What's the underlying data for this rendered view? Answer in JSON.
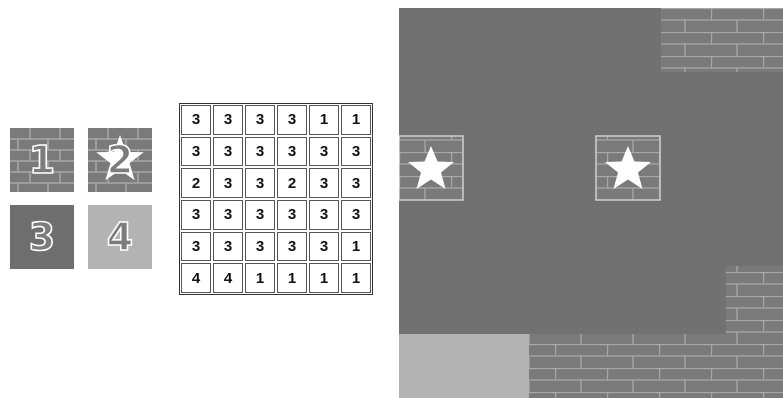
{
  "legend": {
    "tiles": [
      {
        "label": "1",
        "type": "brick"
      },
      {
        "label": "2",
        "type": "star"
      },
      {
        "label": "3",
        "type": "empty-dark"
      },
      {
        "label": "4",
        "type": "empty-light"
      }
    ]
  },
  "map": {
    "rows": [
      [
        "3",
        "3",
        "3",
        "3",
        "1",
        "1"
      ],
      [
        "3",
        "3",
        "3",
        "3",
        "3",
        "3"
      ],
      [
        "2",
        "3",
        "3",
        "2",
        "3",
        "3"
      ],
      [
        "3",
        "3",
        "3",
        "3",
        "3",
        "3"
      ],
      [
        "3",
        "3",
        "3",
        "3",
        "3",
        "1"
      ],
      [
        "4",
        "4",
        "1",
        "1",
        "1",
        "1"
      ]
    ]
  },
  "colors": {
    "background": "#717171",
    "brick": "#7a7a7a",
    "mortar": "#a8a8a8",
    "light_tile": "#b3b3b3",
    "star": "#ffffff"
  },
  "icons": [
    "star-icon",
    "brick-texture"
  ]
}
